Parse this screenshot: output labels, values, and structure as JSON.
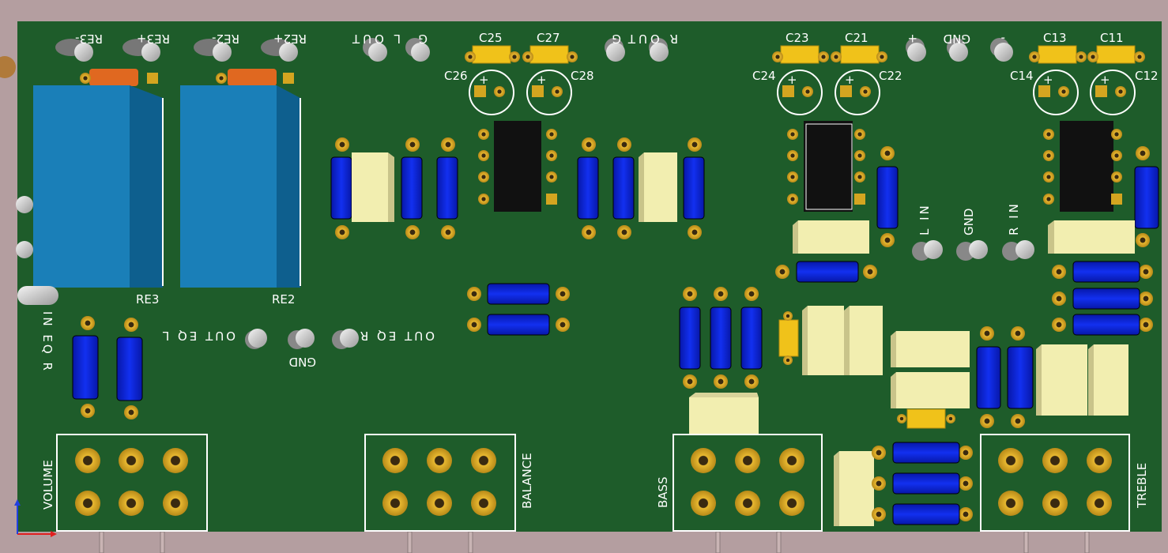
{
  "board": {
    "top_labels": {
      "re3_minus": "RE3-",
      "re3_plus": "RE3+",
      "re2_minus": "RE2-",
      "re2_plus": "RE2+",
      "l_out": "L OUT",
      "g_left": "G",
      "g_right": "G",
      "r_out": "R OUT",
      "plus": "+",
      "gnd": "GND",
      "minus": "-"
    },
    "caps": {
      "c25": "C25",
      "c27": "C27",
      "c26": "C26",
      "c28": "C28",
      "c23": "C23",
      "c21": "C21",
      "c24": "C24",
      "c22": "C22",
      "c13": "C13",
      "c11": "C11",
      "c14": "C14",
      "c12": "C12"
    },
    "relays": {
      "re3": "RE3",
      "re2": "RE2"
    },
    "mid_labels": {
      "l_in": "L IN",
      "gnd_in": "GND",
      "r_in": "R IN",
      "in_eq_r": "IN EQ R",
      "out_eq_l": "OUT EQ L",
      "gnd_eq": "GND",
      "out_eq_r": "OUT EQ R"
    },
    "pots": {
      "volume": "VOLUME",
      "balance": "BALANCE",
      "bass": "BASS",
      "treble": "TREBLE"
    }
  },
  "colors": {
    "pcb": "#1e5c2a",
    "pad": "#d4a520",
    "resistor": "#0a1fd6",
    "relay": "#1a7fb8",
    "ic": "#111111",
    "box_cap": "#f2eeb0",
    "smd_cap": "#f0c21a"
  }
}
